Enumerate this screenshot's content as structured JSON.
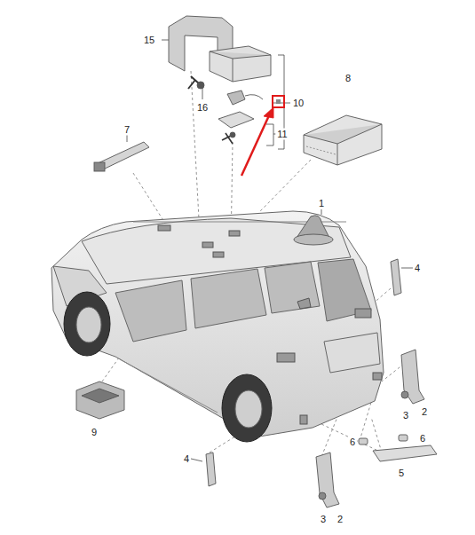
{
  "diagram": {
    "labels": [
      "15",
      "16",
      "10",
      "11",
      "8",
      "7",
      "1",
      "4",
      "3",
      "2",
      "9",
      "4",
      "6",
      "6",
      "5",
      "3",
      "2"
    ]
  }
}
